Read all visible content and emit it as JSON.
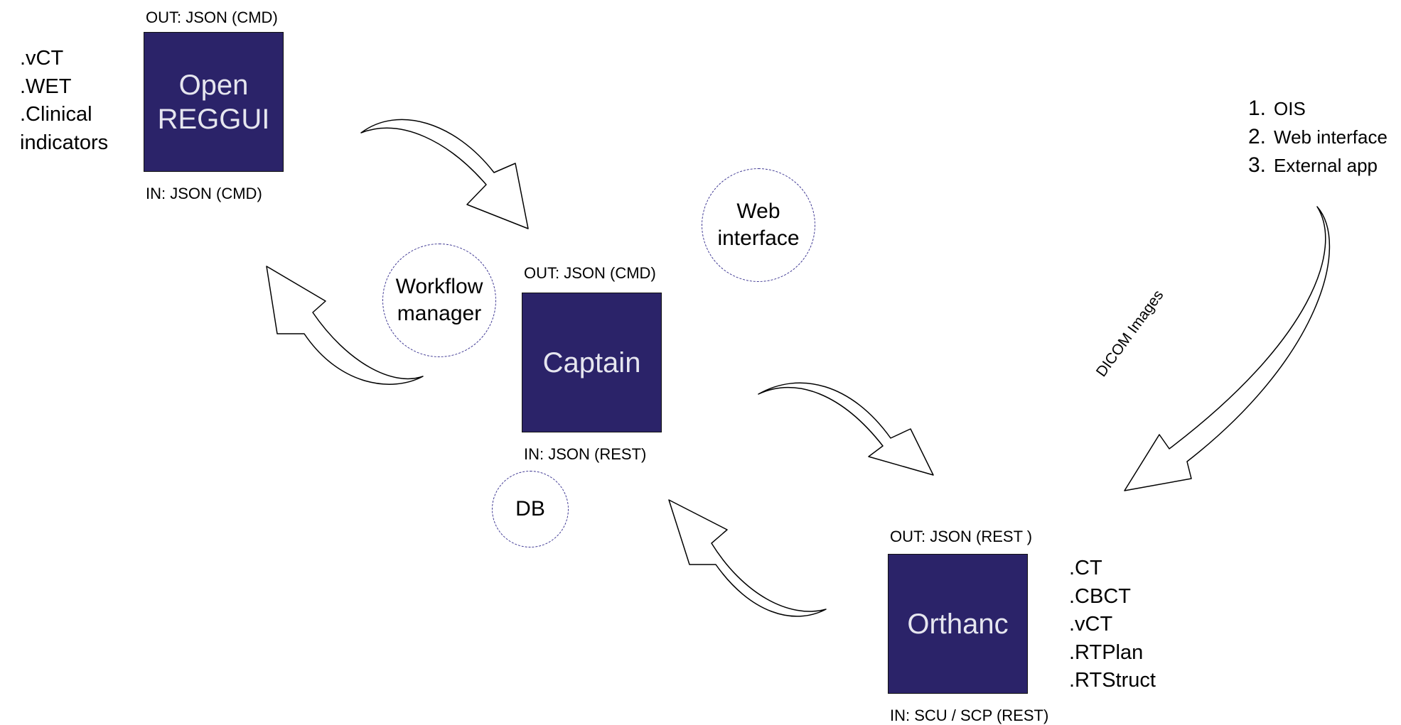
{
  "components": {
    "reggui": {
      "title": "Open\nREGGUI",
      "out_label": "OUT: JSON (CMD)",
      "in_label": "IN: JSON (CMD)",
      "data_types": [
        ".vCT",
        ".WET",
        ".Clinical",
        "indicators"
      ]
    },
    "captain": {
      "title": "Captain",
      "out_label": "OUT: JSON (CMD)",
      "in_label": "IN: JSON (REST)"
    },
    "orthanc": {
      "title": "Orthanc",
      "out_label": "OUT: JSON (REST )",
      "in_label": "IN: SCU / SCP (REST)",
      "data_types": [
        ".CT",
        ".CBCT",
        ".vCT",
        ".RTPlan",
        ".RTStruct"
      ]
    }
  },
  "modules": {
    "workflow_manager": "Workflow\nmanager",
    "web_interface": "Web\ninterface",
    "db": "DB"
  },
  "sources": [
    {
      "num": "1.",
      "label": "OIS"
    },
    {
      "num": "2.",
      "label": "Web interface"
    },
    {
      "num": "3.",
      "label": "External app"
    }
  ],
  "flow_label": "DICOM Images",
  "colors": {
    "box_fill": "#2b2369",
    "box_text": "#e6e6ef",
    "bubble_border": "#3a3390"
  }
}
